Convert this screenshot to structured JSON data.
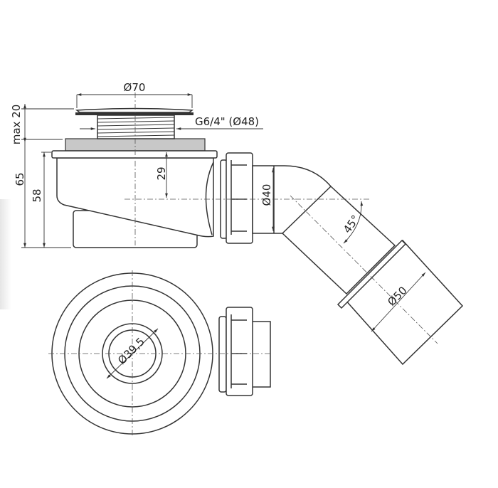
{
  "title": "Shower drain siphon technical drawing",
  "dimensions": {
    "cap_diameter": "Ø70",
    "thread": "G6/4\" (Ø48)",
    "max_height": "max 20",
    "total_height": "65",
    "body_height": "58",
    "outlet_axis_depth": "29",
    "outlet_diameter": "Ø40",
    "elbow_angle": "45°",
    "pipe_diameter": "Ø50",
    "drain_diameter": "Ø39,5"
  },
  "colors": {
    "line": "#333333",
    "flange": "#c8c8c8",
    "gasket": "#333333"
  }
}
